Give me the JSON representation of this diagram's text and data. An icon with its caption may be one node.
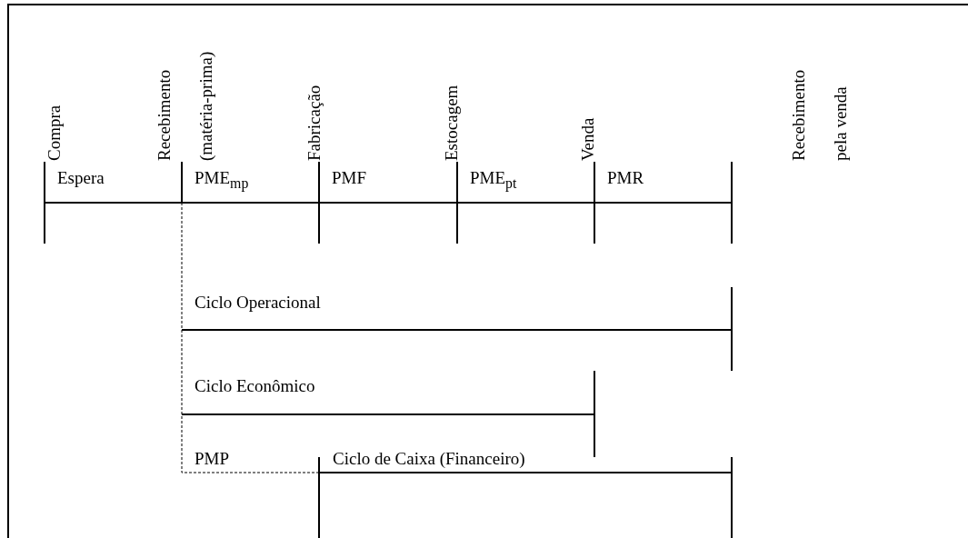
{
  "diagram": {
    "labels": [
      "Compra",
      "Recebimento (matéria-prima)",
      "Fabricação",
      "Estocagem",
      "Venda",
      "Recebimento pela venda",
      "Espera",
      "PME$_{mp}$",
      "PMF",
      "PME$_{pt}$",
      "PMR",
      "Ciclo Operacional",
      "Ciclo Econômico",
      "PMP",
      "Ciclo de Caixa (Financeiro)"
    ]
  }
}
